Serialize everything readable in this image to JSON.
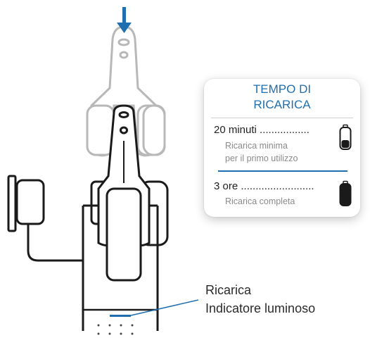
{
  "card": {
    "title_line1": "TEMPO DI",
    "title_line2": "RICARICA",
    "row1": {
      "time": "20 minuti",
      "dots": ".................",
      "desc_line1": "Ricarica minima",
      "desc_line2": "per il primo utilizzo",
      "icon": "battery-partial-icon"
    },
    "row2": {
      "time": "3 ore",
      "dots": ".........................",
      "desc_line1": "Ricarica completa",
      "icon": "battery-full-icon"
    }
  },
  "callout": {
    "line1": "Ricarica",
    "line2": "Indicatore luminoso"
  },
  "colors": {
    "accent": "#1f6fb0",
    "arrow": "#1f6fb0",
    "device": "#1a1a1a",
    "ghost": "#b5b5b5"
  },
  "icons": [
    "down-arrow-icon",
    "battery-partial-icon",
    "battery-full-icon"
  ]
}
